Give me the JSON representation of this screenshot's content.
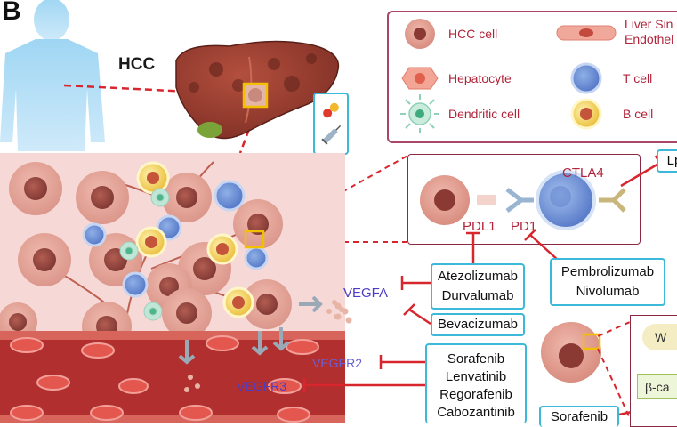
{
  "panel_letter": "B",
  "hcc_label": "HCC",
  "legend": {
    "items": [
      {
        "id": "hcc",
        "label": "HCC cell"
      },
      {
        "id": "lsec",
        "label": "Liver Sin",
        "label2": "Endothel"
      },
      {
        "id": "hepatocyte",
        "label": "Hepatocyte"
      },
      {
        "id": "tcell",
        "label": "T cell"
      },
      {
        "id": "dendritic",
        "label": "Dendritic cell"
      },
      {
        "id": "bcell",
        "label": "B cell"
      }
    ]
  },
  "checkpoint": {
    "ctla4": "CTLA4",
    "pdl1": "PDL1",
    "pd1": "PD1",
    "lp_partial": "Lp"
  },
  "drugs": {
    "pdl1_inhibitors": [
      "Atezolizumab",
      "Durvalumab"
    ],
    "vegfa_inhibitor": "Bevacizumab",
    "pd1_inhibitors": [
      "Pembrolizumab",
      "Nivolumab"
    ],
    "tki": [
      "Sorafenib",
      "Lenvatinib",
      "Regorafenib",
      "Cabozantinib"
    ],
    "sorafenib_bottom": "Sorafenib"
  },
  "labels": {
    "vegfa": "VEGFA",
    "vegfr2": "VEGFR2",
    "vegfr3": "VEGFR3",
    "w_partial": "W",
    "bcat_partial": "β-ca"
  },
  "colors": {
    "inhibit_red": "#d8262e",
    "legend_border": "#a8476a",
    "drug_box_border": "#3cb8d8",
    "text_red": "#b1243a",
    "vegf_blue": "#4a3cc7",
    "tumor_bg": "#f6d9d6",
    "vessel": "#b22f2f",
    "liver": "#8e3a2e"
  }
}
